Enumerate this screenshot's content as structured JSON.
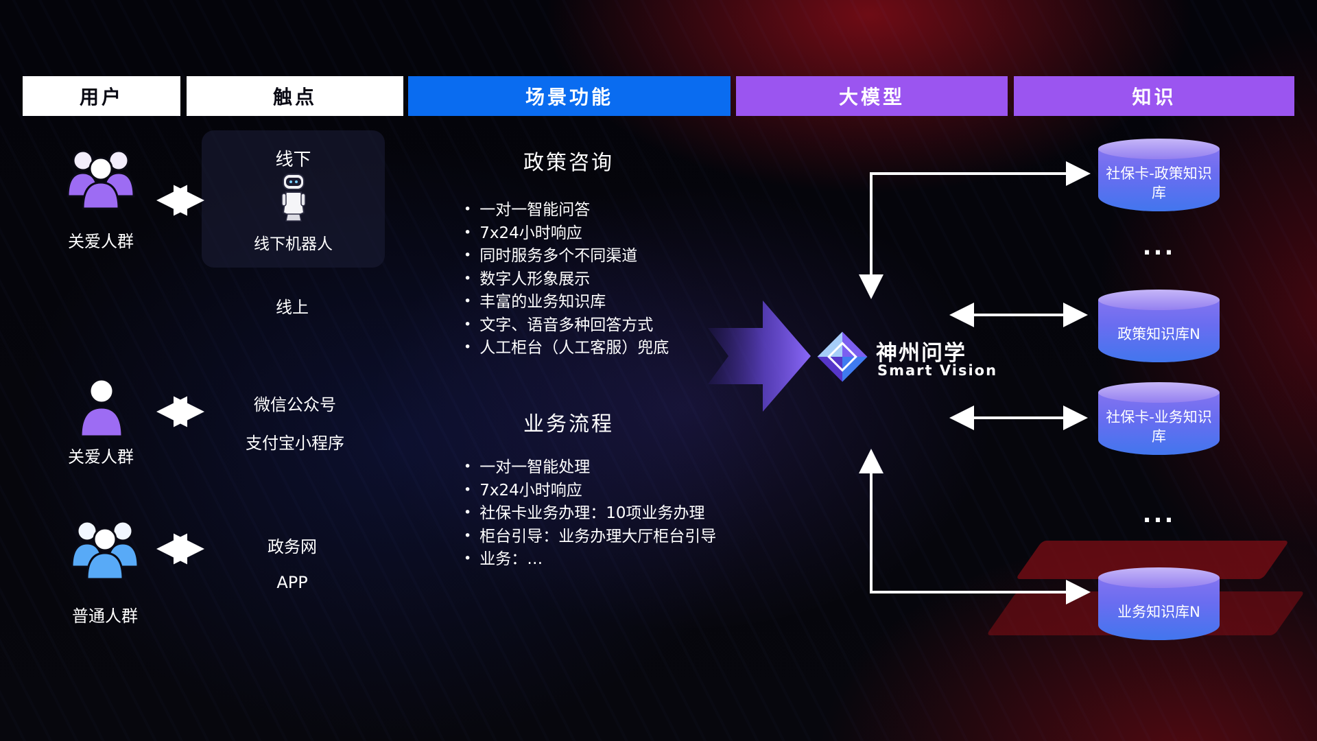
{
  "header": {
    "columns": [
      {
        "label": "用户"
      },
      {
        "label": "触点"
      },
      {
        "label": "场景功能"
      },
      {
        "label": "大模型"
      },
      {
        "label": "知识"
      }
    ]
  },
  "users": {
    "groups": [
      {
        "label": "关爱人群"
      },
      {
        "label": "关爱人群"
      },
      {
        "label": "普通人群"
      }
    ]
  },
  "touchpoints": {
    "offline": {
      "title": "线下",
      "robot_label": "线下机器人"
    },
    "online_title": "线上",
    "wechat": "微信公众号",
    "alipay": "支付宝小程序",
    "gov": "政务网",
    "app": "APP"
  },
  "scenes": [
    {
      "title": "政策咨询",
      "items": [
        "一对一智能问答",
        "7x24小时响应",
        "同时服务多个不同渠道",
        "数字人形象展示",
        "丰富的业务知识库",
        "文字、语音多种回答方式",
        "人工柜台（人工客服）兜底"
      ]
    },
    {
      "title": "业务流程",
      "items": [
        "一对一智能处理",
        "7x24小时响应",
        "社保卡业务办理：10项业务办理",
        "柜台引导：业务办理大厅柜台引导",
        "业务：…"
      ]
    }
  ],
  "model": {
    "name": "神州问学",
    "subtitle": "Smart Vision"
  },
  "knowledge": {
    "db1": "社保卡-政策知识库",
    "db2": "政策知识库N",
    "db3": "社保卡-业务知识库",
    "db4": "业务知识库N",
    "ellipsis": "..."
  },
  "colors": {
    "header_blue": "#0a6cf0",
    "header_purple": "#9b55f0",
    "cylinder_top": "#c6b6f8",
    "cylinder_body_start": "#8374f0",
    "cylinder_body_end": "#4276ee",
    "big_arrow_purple": "#8a68f8",
    "user_purple": "#9d6cf3",
    "user_blue": "#58aaf7",
    "background_red": "#c6121e"
  }
}
